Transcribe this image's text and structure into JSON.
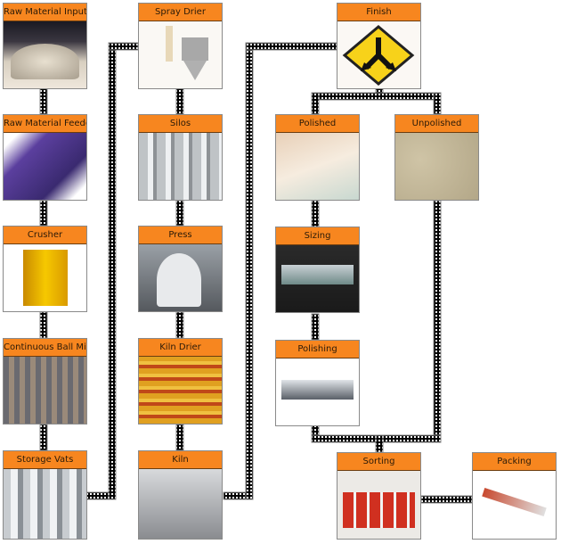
{
  "nodes": {
    "raw_material_input": {
      "label": "Raw Material Input",
      "icon": "gravel-pile-image"
    },
    "raw_material_feeder": {
      "label": "Raw Material Feeder",
      "icon": "feeder-machine-image"
    },
    "crusher": {
      "label": "Crusher",
      "icon": "crusher-machine-image"
    },
    "ball_mill": {
      "label": "Continuous Ball Mill",
      "icon": "ball-mill-image"
    },
    "storage_vats": {
      "label": "Storage Vats",
      "icon": "steel-vats-image"
    },
    "spray_drier": {
      "label": "Spray Drier",
      "icon": "spray-drier-diagram-image"
    },
    "silos": {
      "label": "Silos",
      "icon": "silos-image"
    },
    "press": {
      "label": "Press",
      "icon": "press-machine-image"
    },
    "kiln_drier": {
      "label": "Kiln Drier",
      "icon": "kiln-drier-image"
    },
    "kiln": {
      "label": "Kiln",
      "icon": "kiln-image"
    },
    "finish": {
      "label": "Finish",
      "icon": "fork-road-sign-icon"
    },
    "polished": {
      "label": "Polished",
      "icon": "polished-tile-image"
    },
    "unpolished": {
      "label": "Unpolished",
      "icon": "unpolished-tile-image"
    },
    "sizing": {
      "label": "Sizing",
      "icon": "sizing-machine-image"
    },
    "polishing": {
      "label": "Polishing",
      "icon": "polishing-machine-image"
    },
    "sorting": {
      "label": "Sorting",
      "icon": "sorting-line-image"
    },
    "packing": {
      "label": "Packing",
      "icon": "packing-machine-image"
    }
  },
  "colors": {
    "header": "#f7861f",
    "connector": "#000000",
    "sign": "#f7d21a"
  }
}
